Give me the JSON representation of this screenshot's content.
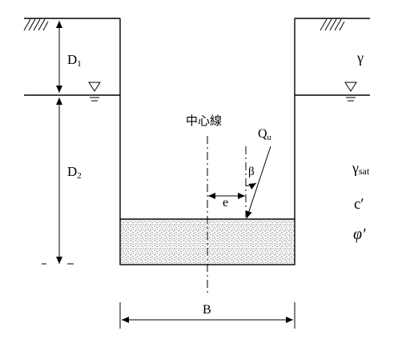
{
  "labels": {
    "d1": "D",
    "d1_sub": "1",
    "d2": "D",
    "d2_sub": "2",
    "gamma": "γ",
    "gamma_sat": "γ",
    "gamma_sat_sub": "sat",
    "c_prime": "c′",
    "phi_prime": "φ′",
    "centerline": "中心線",
    "load": "Q",
    "load_sub": "u",
    "beta": "β",
    "eccentricity": "e",
    "width": "B"
  },
  "icons": {
    "water_table": "water-table-icon",
    "ground_hatch": "ground-hatch-icon",
    "footing_fill": "stippled-concrete-pattern"
  },
  "colors": {
    "ink": "#000000",
    "background": "#ffffff"
  }
}
